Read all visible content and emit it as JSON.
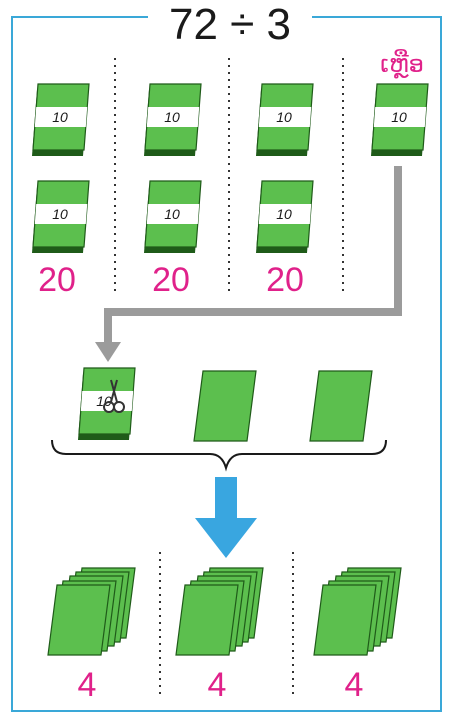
{
  "title": {
    "text": "72 ÷ 3"
  },
  "bundle_value": "10",
  "remainder_label": "ເຫຼືອ",
  "group_counts": [
    "20",
    "20",
    "20"
  ],
  "result_counts": [
    "4",
    "4",
    "4"
  ],
  "colors": {
    "frame": "#3aa8d8",
    "card_green": "#5cbf4e",
    "card_dark": "#1f5b19",
    "arrow_gray": "#9b9b9b",
    "arrow_blue": "#39a6e0",
    "label_pink": "#e0218a"
  }
}
